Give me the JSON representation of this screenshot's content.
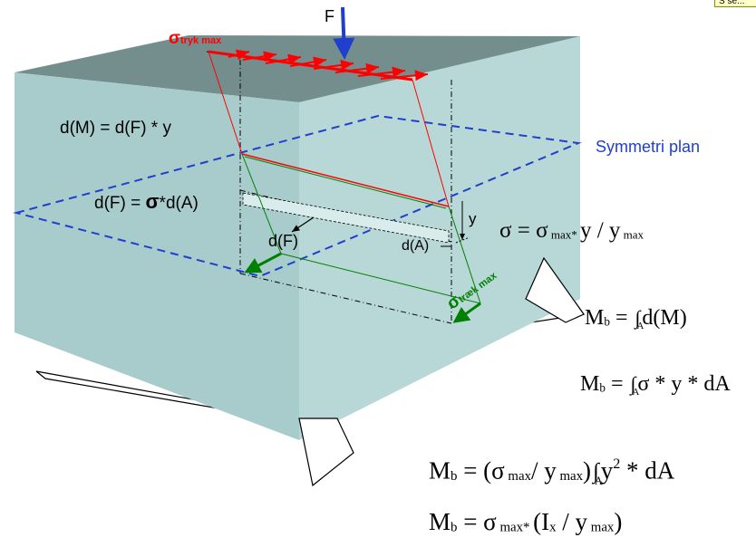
{
  "force_label": "F",
  "sigma": "σ",
  "compression_label": "tryk max",
  "tension_label": "træk max",
  "moment_eq": "d(M) = d(F) * y",
  "force_eq_left": "d(F) = ",
  "force_eq_right": "*d(A)",
  "plane_label": "Symmetri plan",
  "dF_label": "d(F)",
  "dA_label": "d(A)",
  "y_label": "y",
  "badge_text": "S se...",
  "formulas": {
    "f1": {
      "a": " = ",
      "b": " max* ",
      "c": "y / y",
      "d": " max"
    },
    "f2": {
      "mb": "M",
      "b": "b",
      "eq": " = ",
      "int_lim": "A",
      "rest": "d(M)"
    },
    "f3": {
      "mb": "M",
      "b": "b",
      "eq": " = ",
      "int_lim": "A",
      "rest": " * y * dA"
    },
    "f4": {
      "mb": "M",
      "b": "b",
      "eq": " = (",
      "smax": " max",
      "mid": "/ y",
      "ymax": " max",
      "close": ")",
      "int_lim": "A",
      "y": "y",
      "exp": "2",
      "rest": " * dA"
    },
    "f5": {
      "mb": "M",
      "b": "b",
      "eq": " = ",
      "smax": " max* ",
      "paren": "(I",
      "x": "x",
      "slash": " / y",
      "ymax": " max",
      "close": ")"
    }
  },
  "colors": {
    "box_front": "#a8cccc",
    "box_side": "#b8d8d8",
    "box_top": "#748e8e",
    "compression": "#ff0000",
    "tension": "#008000",
    "plane": "#1f3fcc",
    "force_arrow": "#1f3fcc"
  }
}
